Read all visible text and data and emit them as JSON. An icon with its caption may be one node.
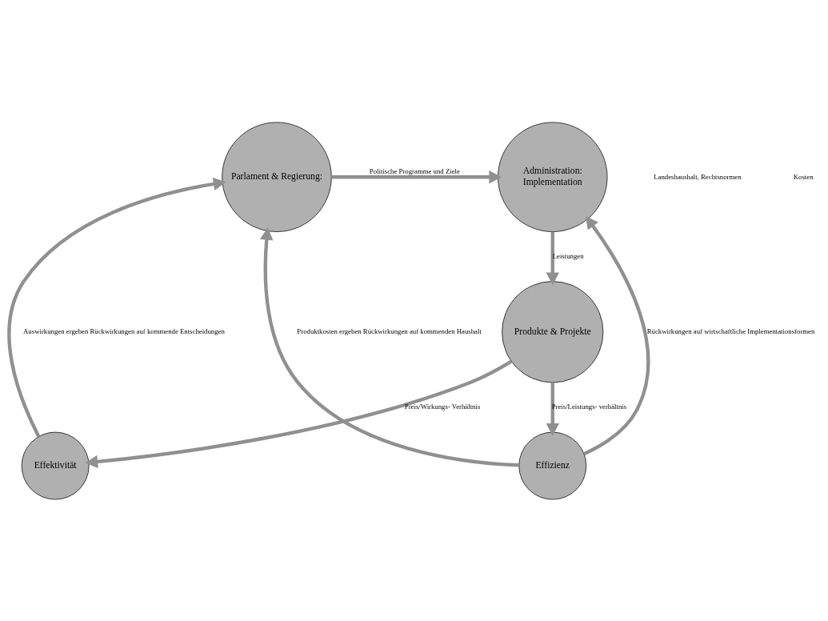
{
  "diagram": {
    "nodes": [
      {
        "text": [
          "Parlament & Regierung:"
        ]
      },
      {
        "text": [
          "Administration:",
          "Implementation"
        ]
      },
      {
        "text": [
          "Produkte & Projekte"
        ]
      },
      {
        "text": [
          "Effizienz"
        ]
      },
      {
        "text": [
          "Effektivität"
        ]
      }
    ],
    "edges": [
      {
        "from": 0,
        "to": 1,
        "arrow": "to",
        "label": "Politische Programme und Ziele"
      },
      {
        "from": 1,
        "to": 2,
        "arrow": "to",
        "label": "Leistungen"
      },
      {
        "from": 2,
        "to": 3,
        "arrow": "to",
        "label": "Preis/Leistungs- verhältnis"
      },
      {
        "from": 2,
        "to": 4,
        "arrow": "to",
        "label": "Preis/Wirkungs- Verhältnis"
      },
      {
        "from": 3,
        "to": 1,
        "arrow": "to",
        "label": "Rückwirkungen auf wirtschaftliche Implementationsformen"
      },
      {
        "from": 3,
        "to": 0,
        "arrow": "to",
        "label": "Produktkosten ergeben Rückwirkungen auf kommenden Haushalt"
      },
      {
        "from": 4,
        "to": 0,
        "arrow": "to",
        "label": "Auswirkungen ergeben Rückwirkungen auf kommende Entscheidungen"
      }
    ],
    "labels": [
      "Landeshaushalt, Rechtsnormen",
      "Kosten"
    ]
  }
}
